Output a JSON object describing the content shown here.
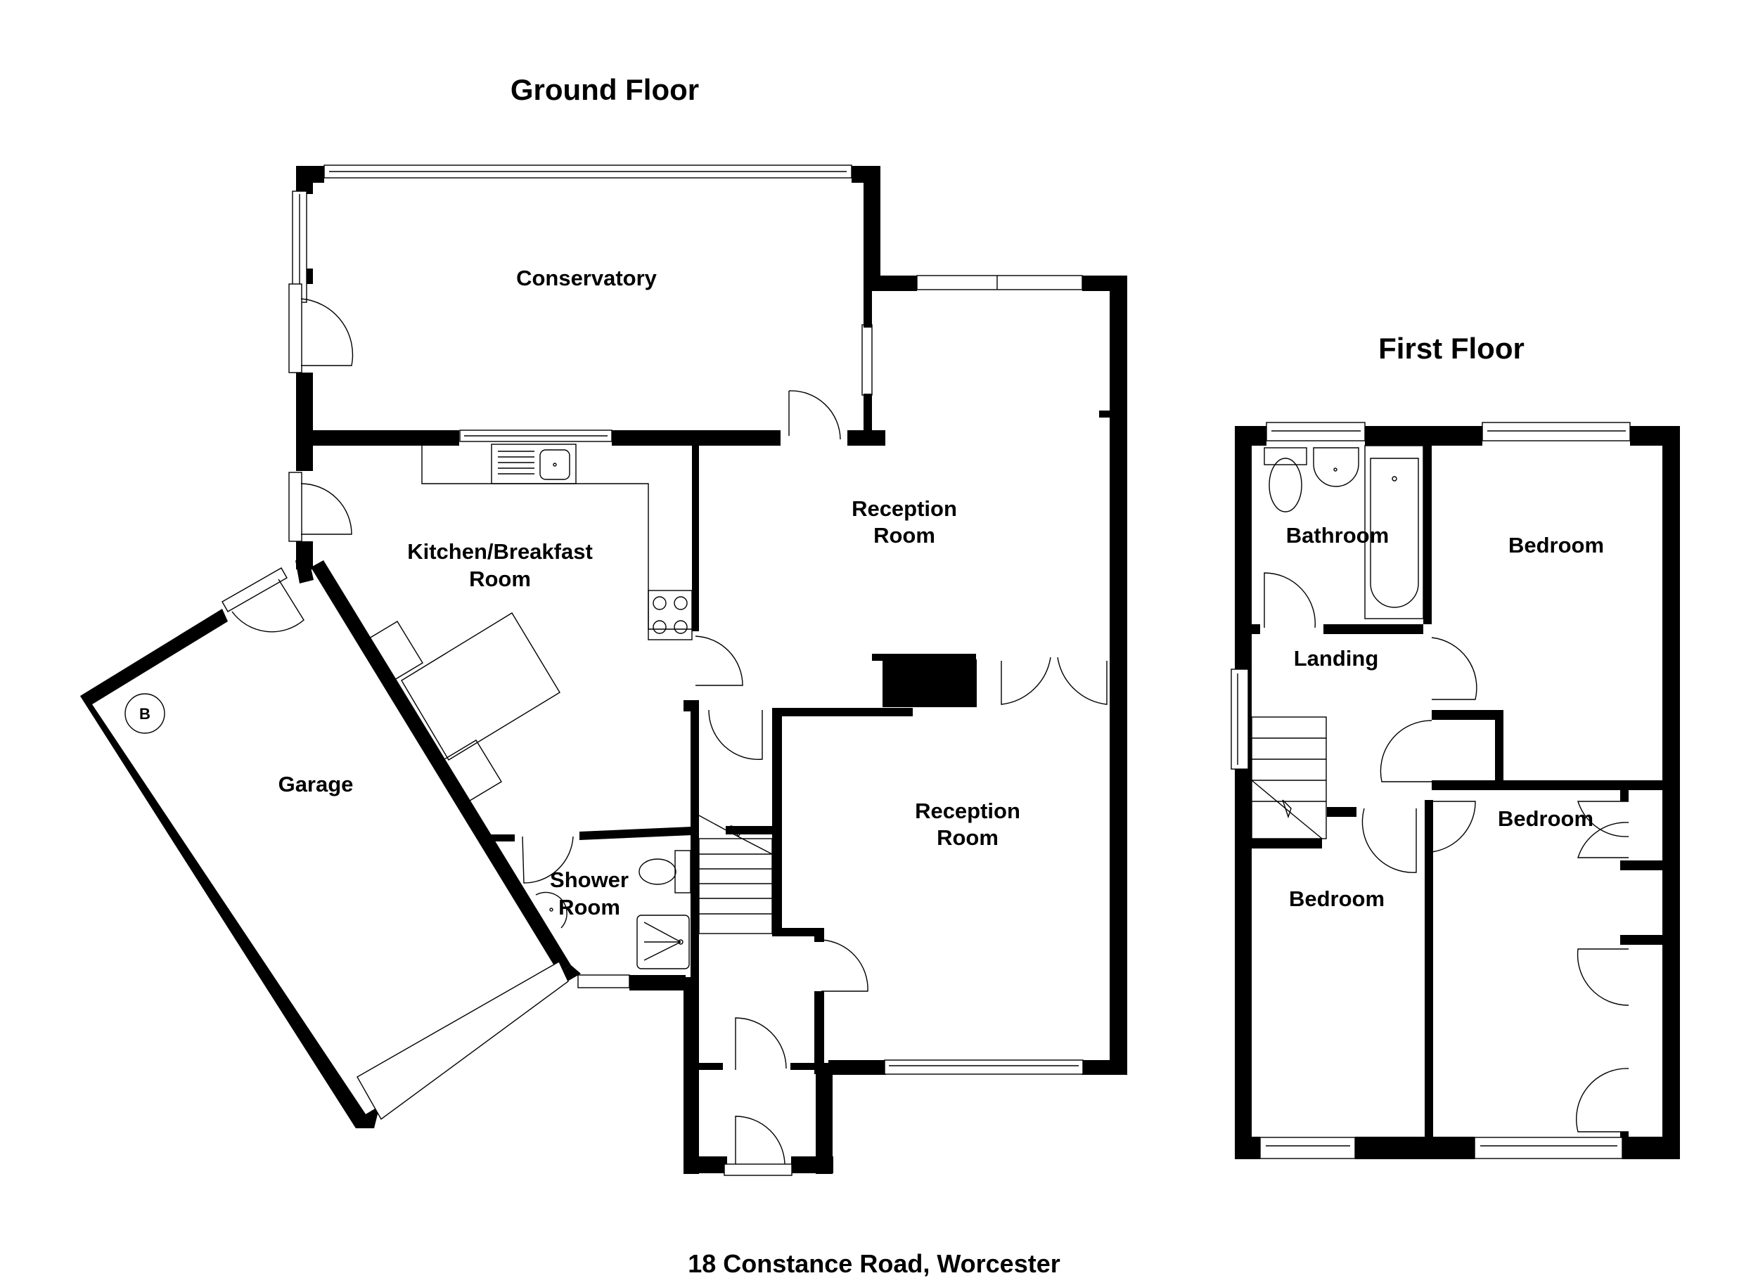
{
  "titles": {
    "ground_floor": "Ground Floor",
    "first_floor": "First Floor",
    "address": "18 Constance Road, Worcester"
  },
  "ground_floor_rooms": {
    "conservatory": "Conservatory",
    "kitchen_line1": "Kitchen/Breakfast",
    "kitchen_line2": "Room",
    "reception_upper_line1": "Reception",
    "reception_upper_line2": "Room",
    "reception_lower_line1": "Reception",
    "reception_lower_line2": "Room",
    "garage": "Garage",
    "shower_line1": "Shower",
    "shower_line2": "Room",
    "boiler_marker": "B"
  },
  "first_floor_rooms": {
    "bathroom": "Bathroom",
    "bedroom_front_right": "Bedroom",
    "landing": "Landing",
    "bedroom_middle_right": "Bedroom",
    "bedroom_bottom_left": "Bedroom"
  },
  "colors": {
    "wall": "#000000",
    "background": "#ffffff"
  }
}
